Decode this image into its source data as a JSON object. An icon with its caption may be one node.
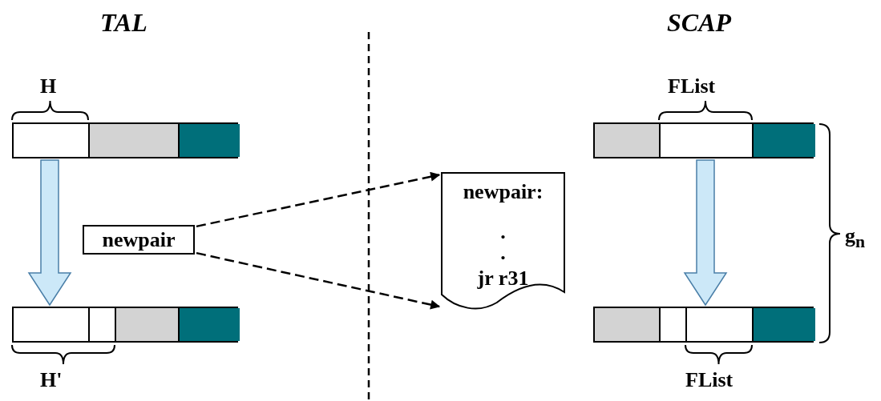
{
  "diagram": {
    "nodes": [
      {
        "text": [],
        "shape": "bar"
      },
      {
        "text": [],
        "shape": "bar"
      },
      {
        "text": [
          "newpair"
        ]
      },
      {
        "text": [
          "newpair:",
          ".",
          ".",
          "jr r31"
        ]
      },
      {
        "text": [],
        "shape": "bar"
      },
      {
        "text": [],
        "shape": "bar"
      }
    ],
    "edges": [
      {
        "from": 0,
        "to": 1,
        "arrow": "to",
        "style": "thick",
        "color": "#cce8f8"
      },
      {
        "from": 2,
        "to": 3,
        "arrow": "to",
        "style": "dashed"
      },
      {
        "from": 2,
        "to": 3,
        "arrow": "to",
        "style": "dashed"
      },
      {
        "from": 4,
        "to": 5,
        "arrow": "to",
        "style": "thick",
        "color": "#cce8f8"
      }
    ],
    "labels": [
      "TAL",
      "SCAP",
      "H",
      "FList",
      "g$_{n}$",
      "H'",
      "FList"
    ]
  }
}
